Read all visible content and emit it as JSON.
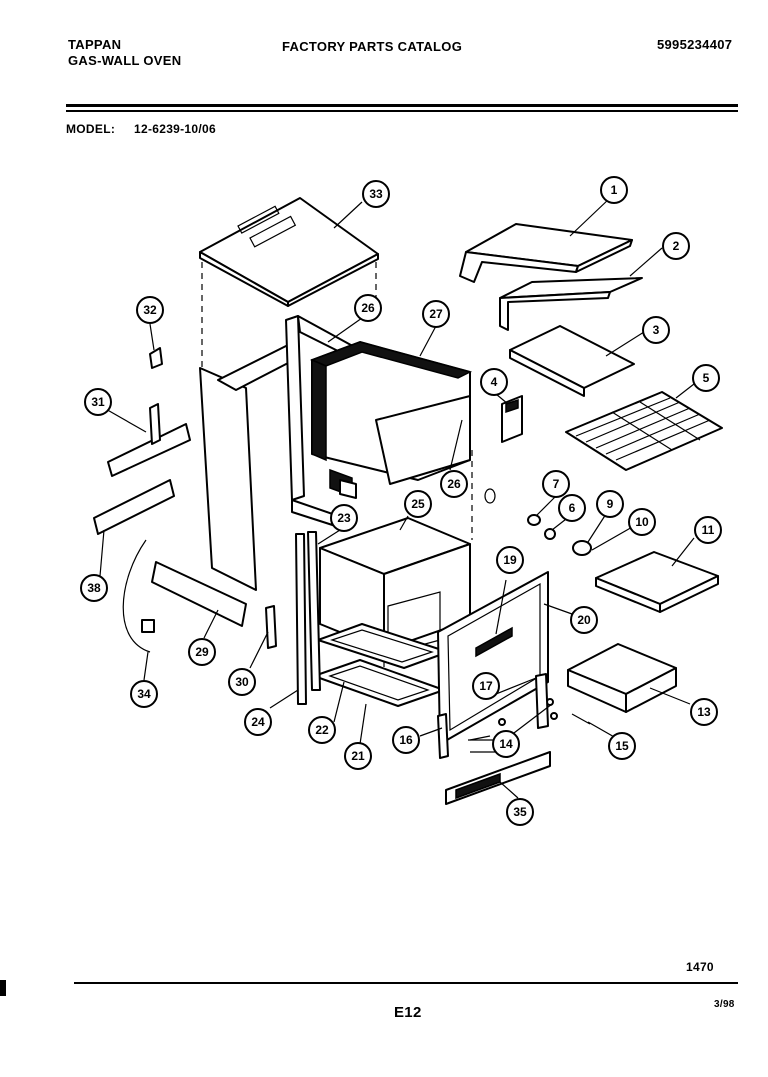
{
  "header": {
    "brand": "TAPPAN",
    "product": "GAS-WALL  OVEN",
    "catalog_title": "FACTORY  PARTS  CATALOG",
    "catalog_number": "5995234407",
    "model_label": "MODEL:",
    "model_number": "12-6239-10/06"
  },
  "footer": {
    "figure_number": "1470",
    "page_code": "E12",
    "date_code": "3/98"
  },
  "callouts": [
    {
      "id": "c1",
      "label": "1"
    },
    {
      "id": "c2",
      "label": "2"
    },
    {
      "id": "c3",
      "label": "3"
    },
    {
      "id": "c4",
      "label": "4"
    },
    {
      "id": "c5",
      "label": "5"
    },
    {
      "id": "c6",
      "label": "6"
    },
    {
      "id": "c7",
      "label": "7"
    },
    {
      "id": "c9",
      "label": "9"
    },
    {
      "id": "c10",
      "label": "10"
    },
    {
      "id": "c11",
      "label": "11"
    },
    {
      "id": "c13",
      "label": "13"
    },
    {
      "id": "c14",
      "label": "14"
    },
    {
      "id": "c15",
      "label": "15"
    },
    {
      "id": "c16",
      "label": "16"
    },
    {
      "id": "c17",
      "label": "17"
    },
    {
      "id": "c19",
      "label": "19"
    },
    {
      "id": "c20",
      "label": "20"
    },
    {
      "id": "c21",
      "label": "21"
    },
    {
      "id": "c22",
      "label": "22"
    },
    {
      "id": "c23",
      "label": "23"
    },
    {
      "id": "c24",
      "label": "24"
    },
    {
      "id": "c25",
      "label": "25"
    },
    {
      "id": "c26a",
      "label": "26"
    },
    {
      "id": "c26b",
      "label": "26"
    },
    {
      "id": "c27",
      "label": "27"
    },
    {
      "id": "c29",
      "label": "29"
    },
    {
      "id": "c30",
      "label": "30"
    },
    {
      "id": "c31",
      "label": "31"
    },
    {
      "id": "c32",
      "label": "32"
    },
    {
      "id": "c33",
      "label": "33"
    },
    {
      "id": "c34",
      "label": "34"
    },
    {
      "id": "c35",
      "label": "35"
    },
    {
      "id": "c38",
      "label": "38"
    }
  ]
}
